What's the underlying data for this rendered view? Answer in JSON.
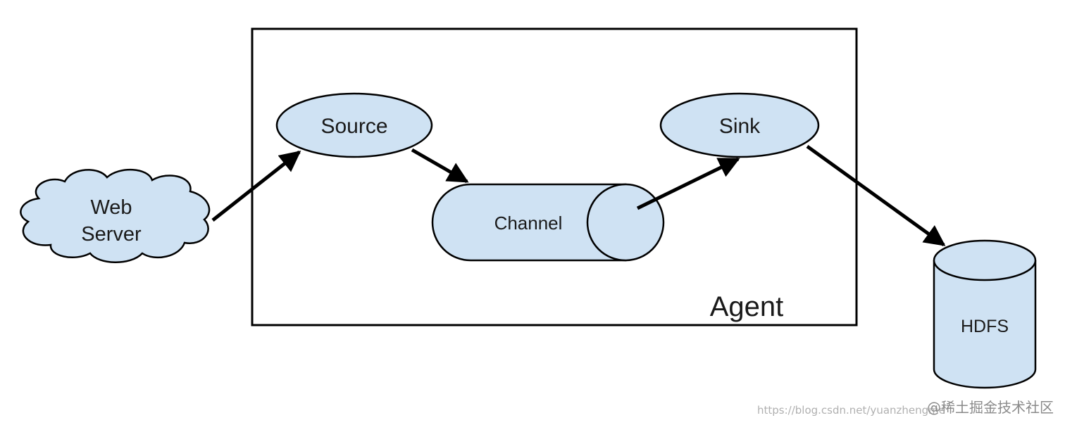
{
  "nodes": {
    "web_server": [
      "Web",
      "Server"
    ],
    "source": "Source",
    "channel": "Channel",
    "sink": "Sink",
    "hdfs": "HDFS"
  },
  "container": {
    "label": "Agent"
  },
  "edges": [
    {
      "from": "Web Server",
      "to": "Source"
    },
    {
      "from": "Source",
      "to": "Channel"
    },
    {
      "from": "Channel",
      "to": "Sink"
    },
    {
      "from": "Sink",
      "to": "HDFS"
    }
  ],
  "colors": {
    "node_fill": "#cfe2f3",
    "stroke": "#000000"
  },
  "watermark": {
    "text": "@稀土掘金技术社区",
    "url": "https://blog.csdn.net/yuanzhengme"
  }
}
